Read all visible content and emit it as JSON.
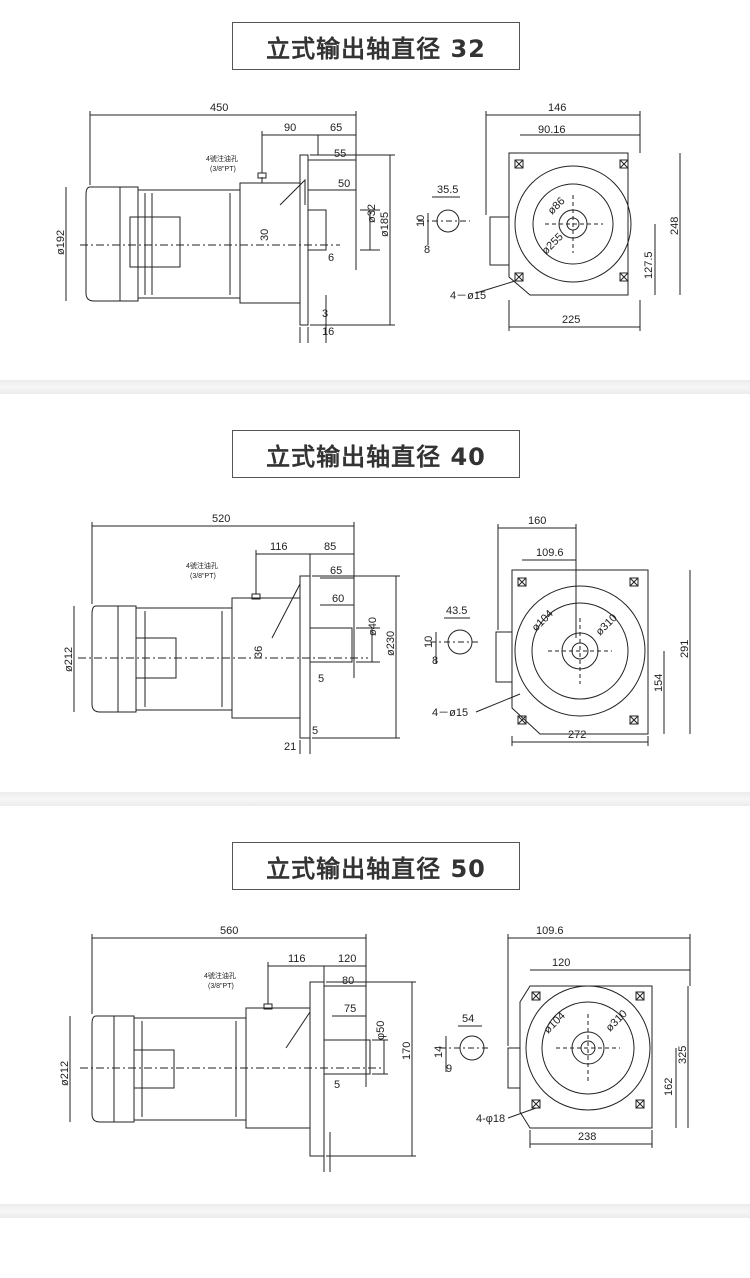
{
  "sections": [
    {
      "title": "立式输出轴直径 32",
      "side": {
        "overall": "450",
        "d1": "90",
        "d2": "65",
        "d3": "55",
        "d4": "50",
        "shaft_dia": "ø32",
        "flange_dia": "ø185",
        "body_dia": "ø192",
        "center_h": "30",
        "key": "6",
        "t1": "3",
        "t2": "16"
      },
      "note": {
        "line1": "4號注油孔",
        "line2": "(3/8\"PT)"
      },
      "shaft": {
        "len": "35.5",
        "w": "10",
        "h": "8"
      },
      "front": {
        "w_top": "146",
        "w2": "90.16",
        "pcd_small": "ø86",
        "pcd_large": "ø255",
        "height": "248",
        "half_h": "127.5",
        "holes": "4－ø15",
        "width": "225"
      }
    },
    {
      "title": "立式输出轴直径 40",
      "side": {
        "overall": "520",
        "d1": "116",
        "d2": "85",
        "d3": "65",
        "d4": "60",
        "shaft_dia": "ø40",
        "flange_dia": "ø230",
        "body_dia": "ø212",
        "center_h": "36",
        "key": "5",
        "t1": "5",
        "t2": "21"
      },
      "note": {
        "line1": "4號注油孔",
        "line2": "(3/8\"PT)"
      },
      "shaft": {
        "len": "43.5",
        "w": "10",
        "h": "8"
      },
      "front": {
        "w_top": "160",
        "w2": "109.6",
        "pcd_small": "ø104",
        "pcd_large": "ø310",
        "height": "291",
        "half_h": "154",
        "holes": "4－ø15",
        "width": "272"
      }
    },
    {
      "title": "立式输出轴直径 50",
      "side": {
        "overall": "560",
        "d1": "116",
        "d2": "120",
        "d3": "80",
        "d4": "75",
        "shaft_dia": "φ50",
        "flange_dia": "170",
        "body_dia": "ø212",
        "key": "5"
      },
      "note": {
        "line1": "4號注油孔",
        "line2": "(3/8\"PT)"
      },
      "shaft": {
        "len": "54",
        "w": "14",
        "h": "9"
      },
      "front": {
        "w_top": "109.6",
        "w2": "120",
        "pcd_small": "ø104",
        "pcd_large": "ø310",
        "height": "325",
        "half_h": "162",
        "holes": "4-φ18",
        "width": "238"
      }
    }
  ],
  "colors": {
    "line": "#222222",
    "panel_bg": "#ffffff",
    "divider": "#ececec",
    "title_border": "#555555"
  }
}
